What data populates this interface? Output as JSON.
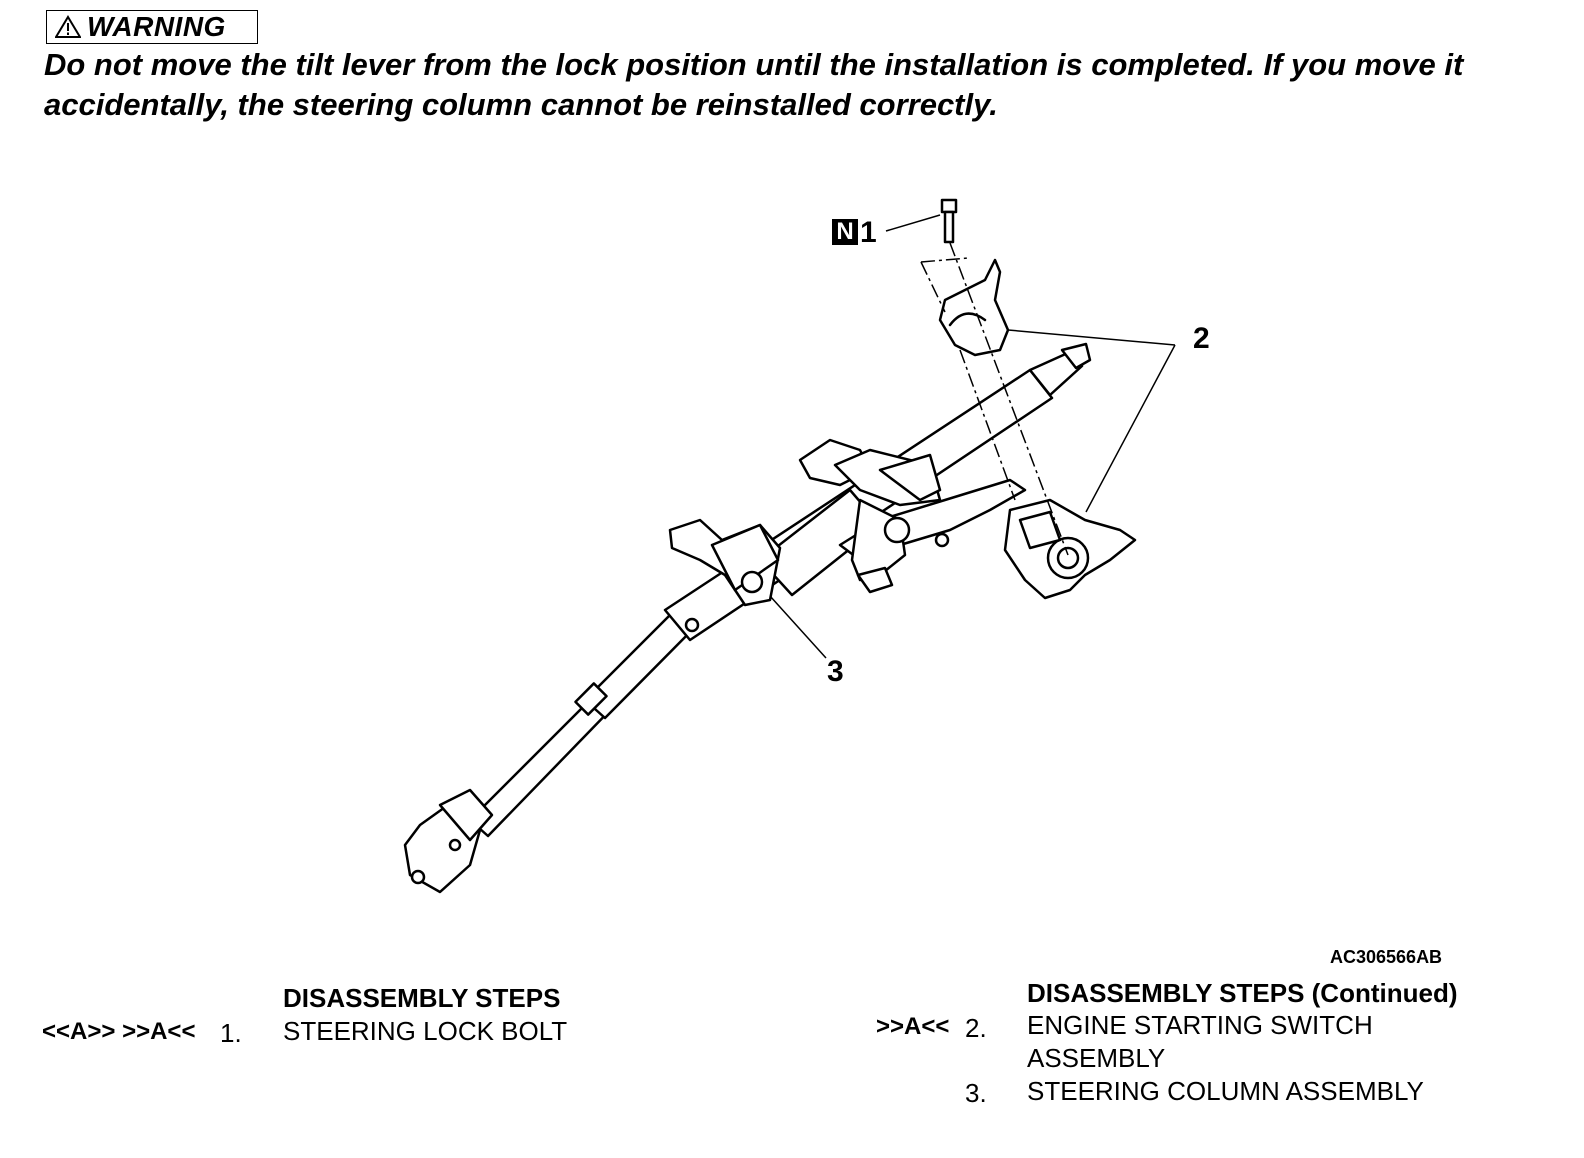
{
  "warning": {
    "title": "WARNING",
    "text": "Do not move the tilt lever from the lock position until the installation is completed. If you move it accidentally, the steering column cannot be reinstalled correctly."
  },
  "illustration": {
    "callouts": {
      "n_marker": "N",
      "c1": "1",
      "c2": "2",
      "c3": "3"
    },
    "figure_code": "AC306566AB"
  },
  "steps_left": {
    "heading": "DISASSEMBLY STEPS",
    "items": [
      {
        "marks": "<<A>> >>A<<",
        "num": "1.",
        "text": "STEERING LOCK BOLT"
      }
    ]
  },
  "steps_right": {
    "heading": "DISASSEMBLY STEPS (Continued)",
    "items": [
      {
        "marks": ">>A<<",
        "num": "2.",
        "text": "ENGINE STARTING SWITCH ASSEMBLY"
      },
      {
        "marks": "",
        "num": "3.",
        "text": "STEERING COLUMN ASSEMBLY"
      }
    ]
  }
}
